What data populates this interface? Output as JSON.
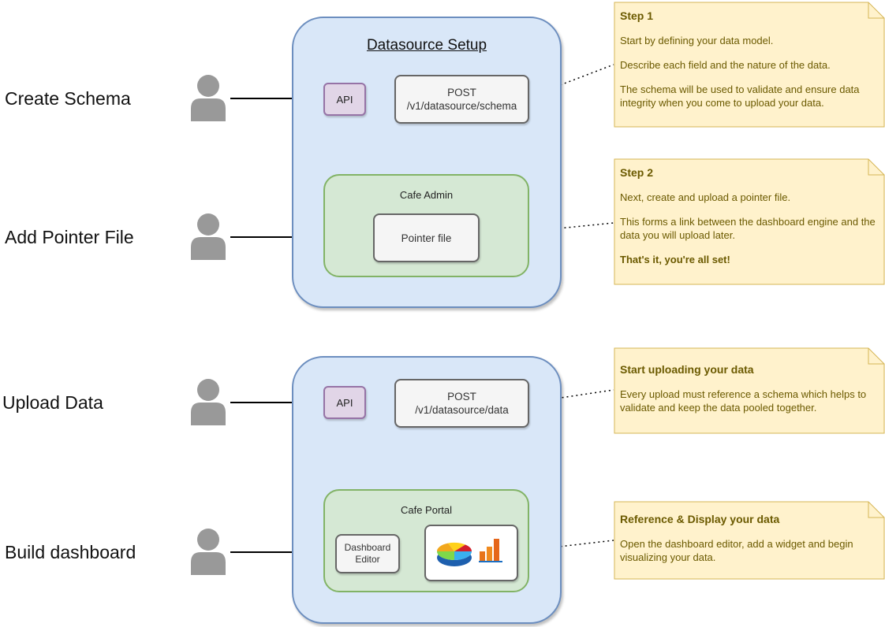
{
  "lanes": [
    {
      "label": "Create Schema"
    },
    {
      "label": "Add Pointer File"
    },
    {
      "label": "Upload Data"
    },
    {
      "label": "Build dashboard"
    }
  ],
  "group_top": {
    "title": "Datasource Setup"
  },
  "group_bottom": {
    "title": ""
  },
  "schema_api": {
    "label": "API"
  },
  "schema_endpoint": {
    "line1": "POST",
    "line2": "/v1/datasource/schema"
  },
  "cafe_admin": {
    "title": "Cafe Admin",
    "pointer_file": "Pointer file"
  },
  "data_api": {
    "label": "API"
  },
  "data_endpoint": {
    "line1": "POST",
    "line2": "/v1/datasource/data"
  },
  "cafe_portal": {
    "title": "Cafe Portal",
    "editor_line1": "Dashboard",
    "editor_line2": "Editor"
  },
  "notes": [
    {
      "heading": "Step 1",
      "paragraphs": [
        "Start by defining your data model.",
        "Describe each field and the nature of the data.",
        "The schema will be used to validate and ensure data integrity when you come to upload your data."
      ]
    },
    {
      "heading": "Step 2",
      "paragraphs": [
        "Next, create and upload a pointer file.",
        "This forms a link between the dashboard engine and the data you will upload later."
      ],
      "emphasis": "That's it, you're all set!"
    },
    {
      "heading": "Start uploading your data",
      "paragraphs": [
        "Every upload must reference a schema which helps to validate and keep the data pooled together."
      ]
    },
    {
      "heading": "Reference & Display your data",
      "paragraphs": [
        "Open the dashboard editor, add a widget and begin visualizing your data."
      ]
    }
  ],
  "colors": {
    "group_fill": "#d9e7f8",
    "group_stroke": "#6c8ebf",
    "subgroup_fill": "#d5e8d4",
    "subgroup_stroke": "#82b366",
    "api_fill": "#e1d5e7",
    "api_stroke": "#9673a6",
    "note_fill": "#fff2cc",
    "note_stroke": "#d6b656",
    "person": "#999999"
  },
  "icons": {
    "person": "user-icon",
    "chart": "pie-bar-chart-icon"
  }
}
